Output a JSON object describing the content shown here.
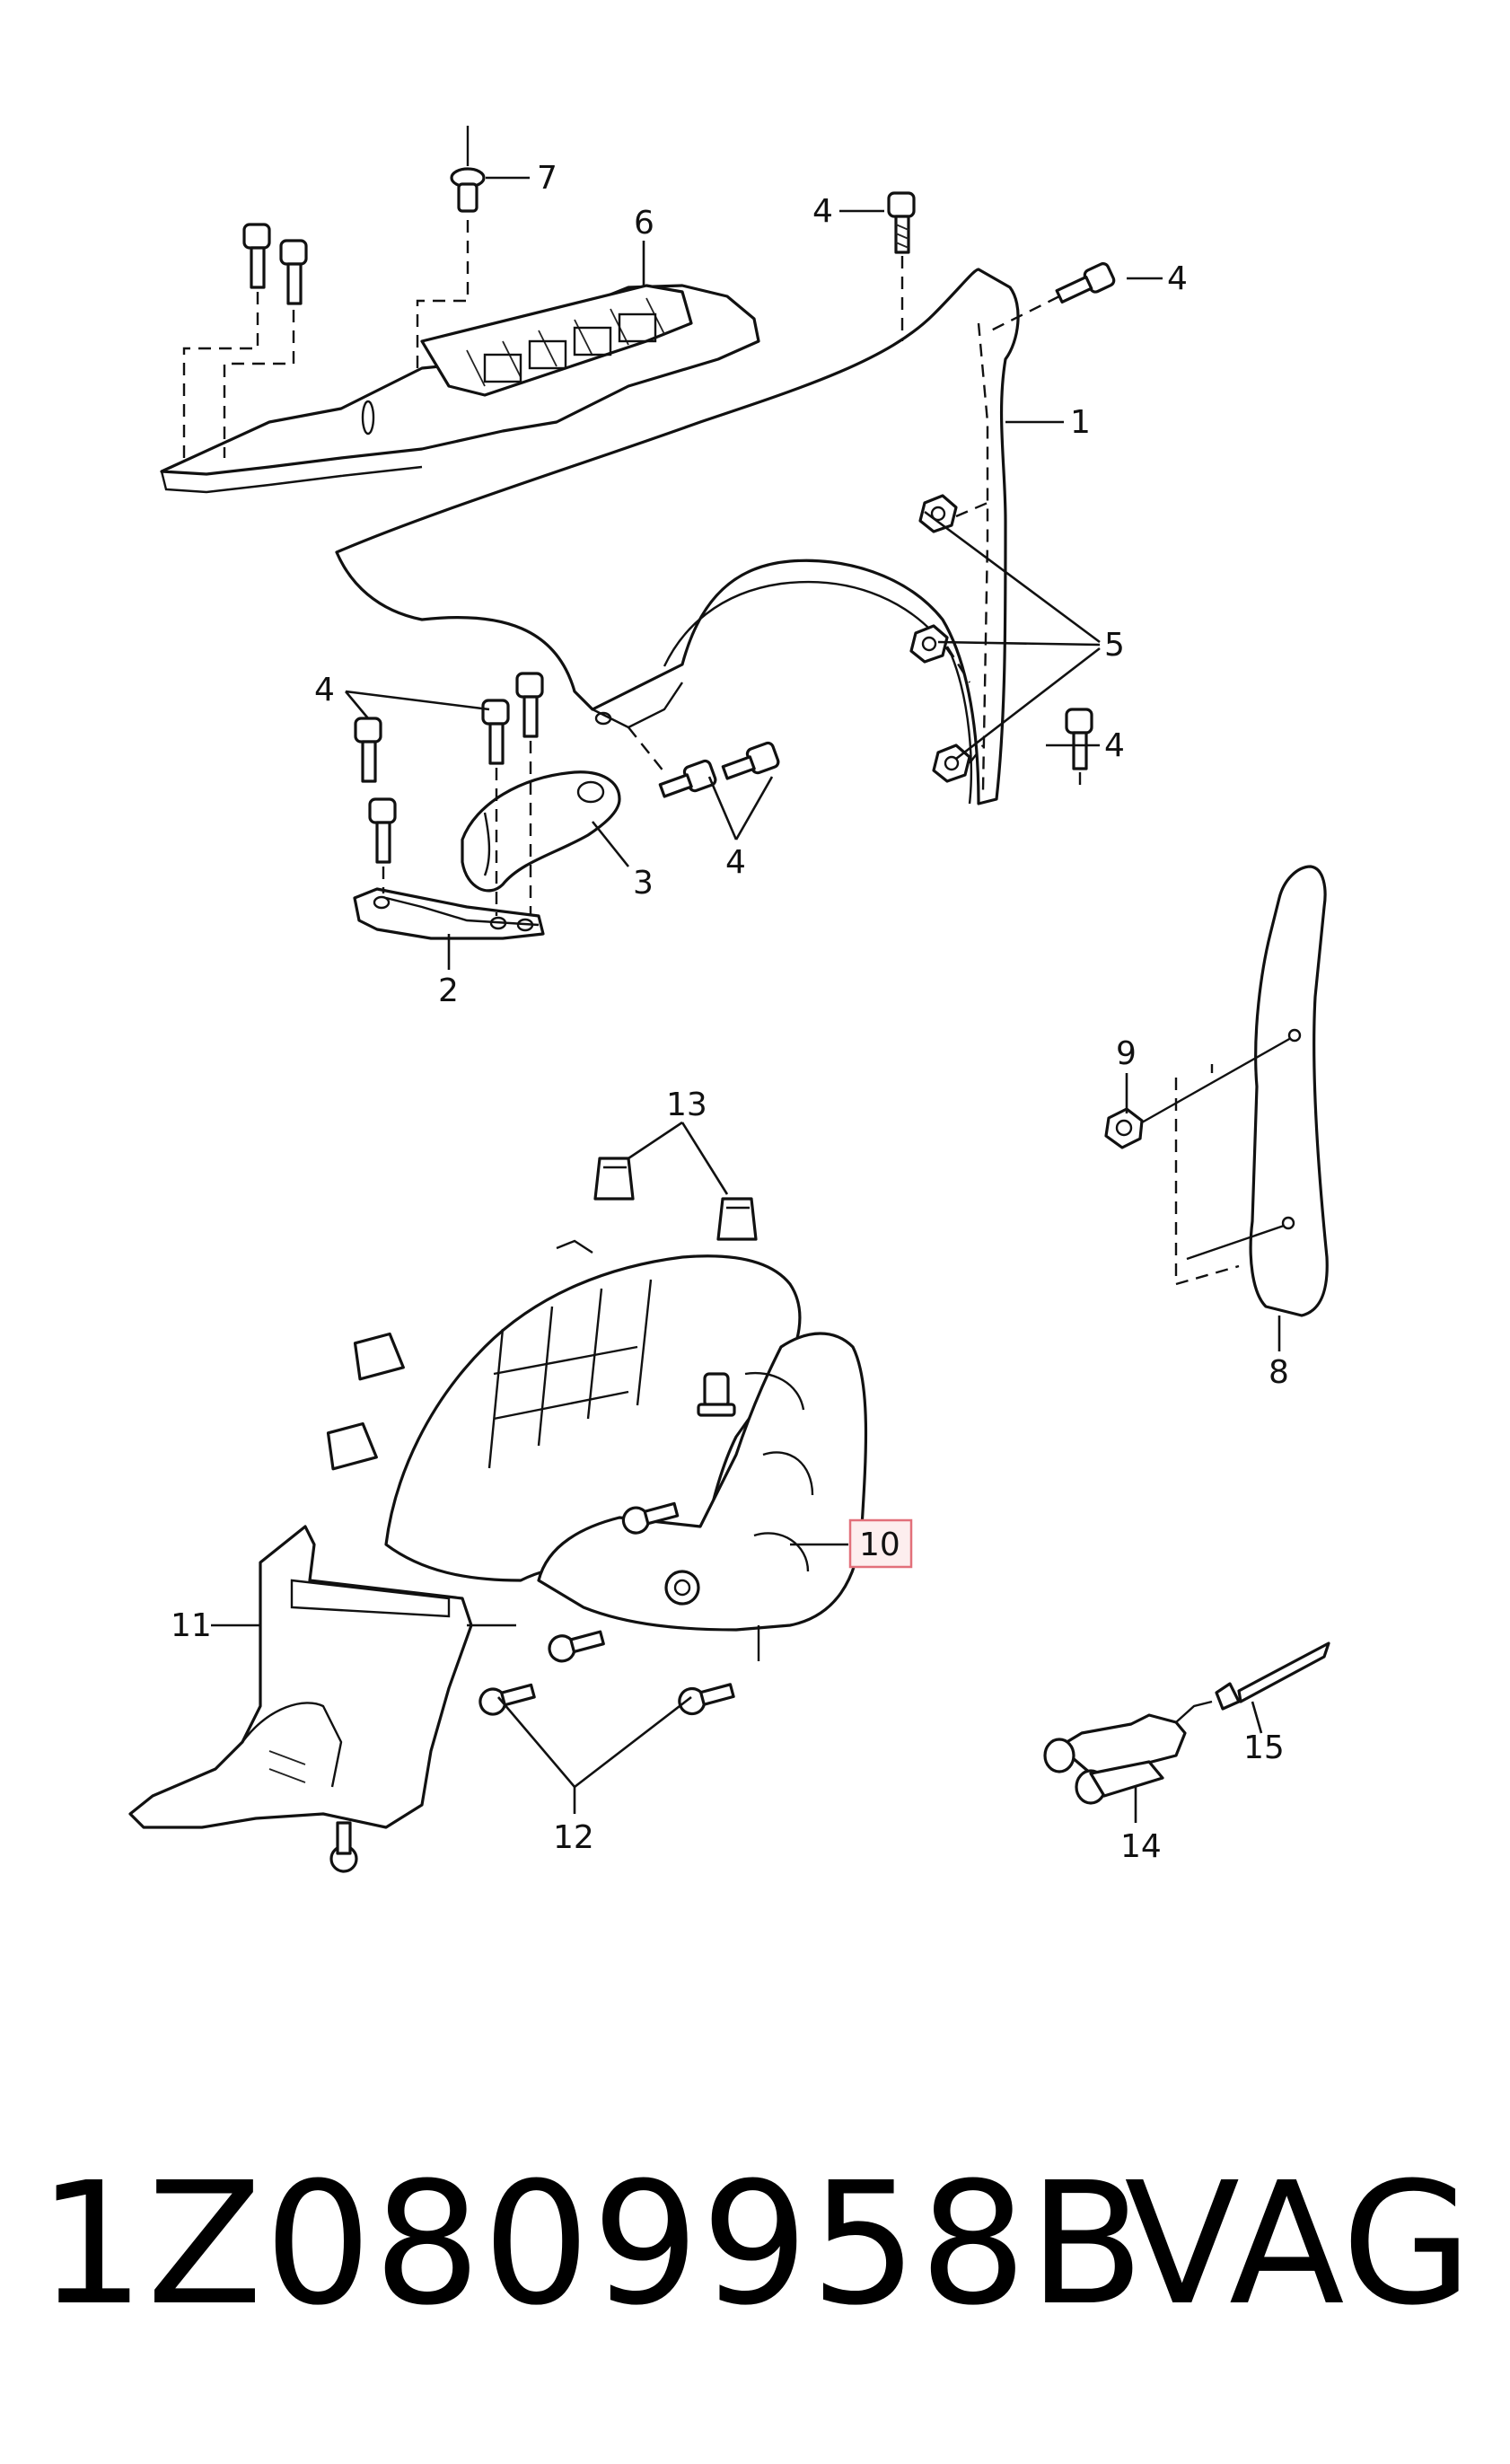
{
  "diagram": {
    "callouts": {
      "c1": "1",
      "c2": "2",
      "c3": "3",
      "c4a": "4",
      "c4b": "4",
      "c4c": "4",
      "c4d": "4",
      "c4e": "4",
      "c5": "5",
      "c6": "6",
      "c7": "7",
      "c8": "8",
      "c9": "9",
      "c10": "10",
      "c11": "11",
      "c12": "12",
      "c13": "13",
      "c14": "14",
      "c15": "15"
    },
    "highlighted_callout": "10",
    "highlight_color": "#e2707a"
  },
  "footer": {
    "part_number": "1Z0809958B",
    "brand": "VAG"
  }
}
